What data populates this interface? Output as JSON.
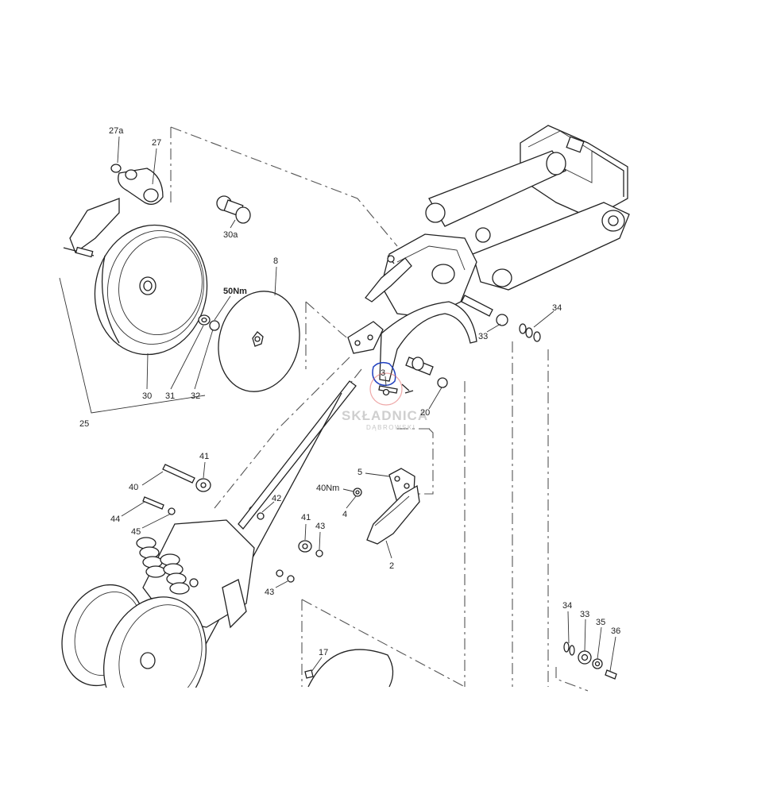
{
  "watermark": {
    "brand": "SKŁADNICA",
    "sub": "DĄBROWSKI",
    "colors": {
      "text": "#cfcfcf",
      "accent_red": "#e06060"
    }
  },
  "highlight": {
    "color": "#1f3fbf",
    "meaning": "hand-drawn blue circle around part 3"
  },
  "labels": {
    "p27a": "27a",
    "p27": "27",
    "p30a": "30a",
    "p8": "8",
    "torque50": "50Nm",
    "p30": "30",
    "p31": "31",
    "p32": "32",
    "p25": "25",
    "p34a": "34",
    "p33a": "33",
    "p3": "3",
    "p20": "20",
    "p41a": "41",
    "p40": "40",
    "p44": "44",
    "p42": "42",
    "p45": "45",
    "p5": "5",
    "torque40": "40Nm",
    "p4": "4",
    "p2": "2",
    "p41b": "41",
    "p43a": "43",
    "p43b": "43",
    "p17": "17",
    "p34b": "34",
    "p33b": "33",
    "p35": "35",
    "p36": "36"
  }
}
